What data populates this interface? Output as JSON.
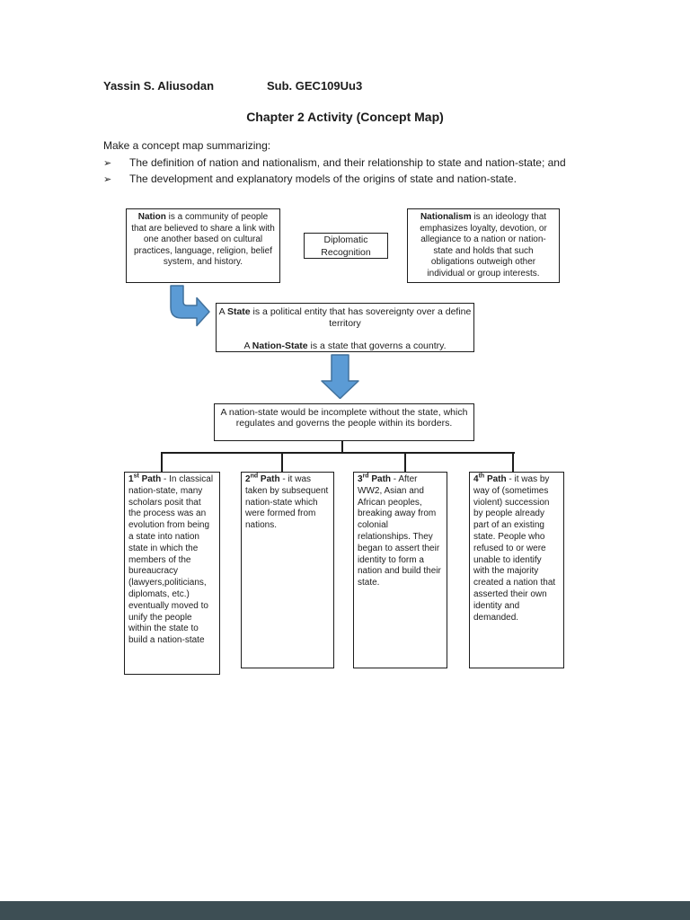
{
  "page": {
    "header": {
      "author": "Yassin S. Aliusodan",
      "subject": "Sub. GEC109Uu3"
    },
    "title": "Chapter 2 Activity (Concept Map)",
    "intro": "Make a concept map summarizing:",
    "bullets": [
      {
        "marker": "➢",
        "text": "The definition of nation and nationalism, and their relationship to state and nation-state; and"
      },
      {
        "marker": "➢",
        "text": "The development and explanatory models of the origins of state and nation-state."
      }
    ]
  },
  "concept_map": {
    "nation_box": {
      "bold": "Nation",
      "text": " is a community of people that are believed to share a link with one another based on cultural practices, language, religion, belief system, and history."
    },
    "diplomatic_box": {
      "text": "Diplomatic Recognition"
    },
    "nationalism_box": {
      "bold": "Nationalism",
      "text": " is an ideology that emphasizes loyalty, devotion, or allegiance to a nation or nation-state and holds that such obligations outweigh other individual or group interests."
    },
    "state_box": {
      "line1_pre": "A ",
      "line1_bold": "State",
      "line1_rest": " is a political entity that has sovereignty over a define territory",
      "line2_pre": "A ",
      "line2_bold": "Nation-State",
      "line2_rest": " is a state that governs a country."
    },
    "incomplete_box": {
      "text": "A nation-state would be incomplete without the state, which regulates and governs the people within its borders."
    },
    "paths": [
      {
        "num": "1",
        "sup": "st",
        "label": " Path",
        "text": " - In classical nation-state, many scholars posit that the process was an evolution from being a state into nation state in which the members of the bureaucracy (lawyers,politicians, diplomats, etc.) eventually moved to unify the people within the state to build a nation-state"
      },
      {
        "num": "2",
        "sup": "nd",
        "label": " Path",
        "text": " - it was taken by subsequent nation-state which were formed from nations."
      },
      {
        "num": "3",
        "sup": "rd",
        "label": " Path",
        "text": " - After WW2, Asian and African peoples, breaking away from colonial relationships. They began to assert their identity to form a nation and build their state."
      },
      {
        "num": "4",
        "sup": "th",
        "label": " Path",
        "text": " - it was by way of (sometimes violent) succession by people already part of an existing state. People who refused to or were unable to identify with the majority created a nation that asserted their own identity and demanded."
      }
    ]
  },
  "colors": {
    "arrow_fill": "#5b9bd5",
    "arrow_stroke": "#41719c",
    "footer_bar": "#3d4e54"
  }
}
